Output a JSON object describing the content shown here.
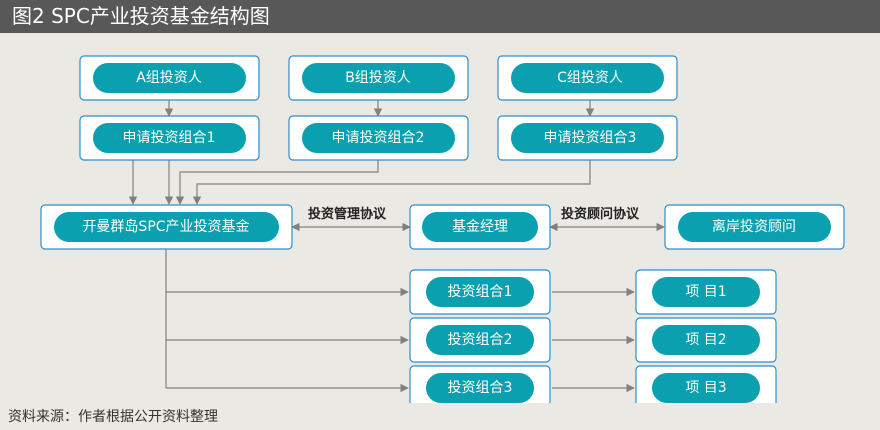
{
  "title": "图2  SPC产业投资基金结构图",
  "source": "资料来源：作者根据公开资料整理",
  "colors": {
    "pill": "#0aa0b0",
    "border": "#2d8fce",
    "title_bar": "#585858",
    "background": "#ebe9e3"
  },
  "nodes": {
    "investor_a": "A组投资人",
    "investor_b": "B组投资人",
    "investor_c": "C组投资人",
    "apply_1": "申请投资组合1",
    "apply_2": "申请投资组合2",
    "apply_3": "申请投资组合3",
    "fund": "开曼群岛SPC产业投资基金",
    "manager": "基金经理",
    "advisor": "离岸投资顾问",
    "portfolio_1": "投资组合1",
    "portfolio_2": "投资组合2",
    "portfolio_3": "投资组合3",
    "project_1": "项  目1",
    "project_2": "项  目2",
    "project_3": "项  目3"
  },
  "edge_labels": {
    "management_agreement": "投资管理协议",
    "advisory_agreement": "投资顾问协议"
  }
}
